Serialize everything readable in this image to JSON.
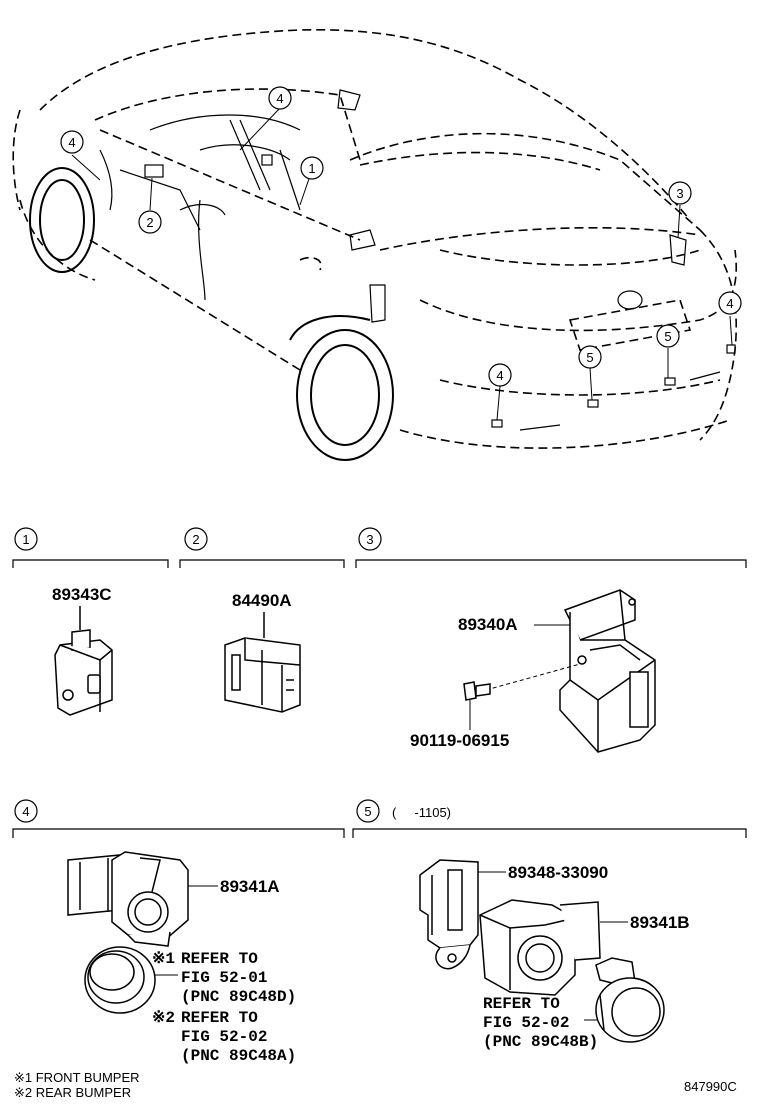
{
  "diagram": {
    "callouts": [
      "1",
      "2",
      "3",
      "4",
      "5"
    ],
    "sections": [
      {
        "id": "1",
        "parts": [
          {
            "number": "89343C"
          }
        ]
      },
      {
        "id": "2",
        "parts": [
          {
            "number": "84490A"
          }
        ]
      },
      {
        "id": "3",
        "parts": [
          {
            "number": "89340A"
          },
          {
            "number": "90119-06915"
          }
        ]
      },
      {
        "id": "4",
        "parts": [
          {
            "number": "89341A"
          }
        ],
        "notes": [
          {
            "mark": "※1",
            "lines": [
              "REFER TO",
              "FIG 52-01",
              "(PNC 89C48D)"
            ]
          },
          {
            "mark": "※2",
            "lines": [
              "REFER TO",
              "FIG 52-02",
              "(PNC 89C48A)"
            ]
          }
        ]
      },
      {
        "id": "5",
        "qualifier": "(     -1105)",
        "parts": [
          {
            "number": "89348-33090"
          },
          {
            "number": "89341B"
          }
        ],
        "notes": [
          {
            "lines": [
              "REFER TO",
              "FIG 52-02",
              "(PNC 89C48B)"
            ]
          }
        ]
      }
    ],
    "footnotes": [
      "※1 FRONT BUMPER",
      "※2 REAR BUMPER"
    ],
    "illustration_code": "847990C"
  }
}
